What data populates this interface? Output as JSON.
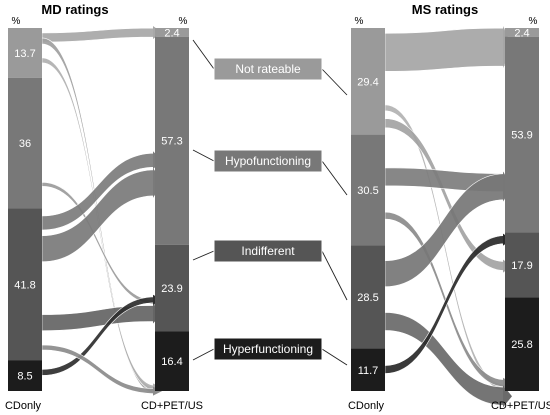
{
  "colors": {
    "not_rateable": "#9a9a9a",
    "hypofunctioning": "#787878",
    "indifferent": "#555555",
    "hyperfunctioning": "#1c1c1c",
    "legend_border": "#5a5a5a"
  },
  "panels": [
    {
      "title": "MD ratings",
      "left_axis": {
        "header": "%",
        "label": "CDonly"
      },
      "right_axis": {
        "header": "%",
        "label": "CD+PET/US"
      },
      "left_values": [
        {
          "category": "Not rateable",
          "value": "13.7"
        },
        {
          "category": "Hypofunctioning",
          "value": "36"
        },
        {
          "category": "Indifferent",
          "value": "41.8"
        },
        {
          "category": "Hyperfunctioning",
          "value": "8.5"
        }
      ],
      "right_values": [
        {
          "category": "Not rateable",
          "value": "2.4"
        },
        {
          "category": "Hypofunctioning",
          "value": "57.3"
        },
        {
          "category": "Indifferent",
          "value": "23.9"
        },
        {
          "category": "Hyperfunctioning",
          "value": "16.4"
        }
      ]
    },
    {
      "title": "MS ratings",
      "left_axis": {
        "header": "%",
        "label": "CDonly"
      },
      "right_axis": {
        "header": "%",
        "label": "CD+PET/US"
      },
      "left_values": [
        {
          "category": "Not rateable",
          "value": "29.4"
        },
        {
          "category": "Hypofunctioning",
          "value": "30.5"
        },
        {
          "category": "Indifferent",
          "value": "28.5"
        },
        {
          "category": "Hyperfunctioning",
          "value": "11.7"
        }
      ],
      "right_values": [
        {
          "category": "Not rateable",
          "value": "2.4"
        },
        {
          "category": "Hypofunctioning",
          "value": "53.9"
        },
        {
          "category": "Indifferent",
          "value": "17.9"
        },
        {
          "category": "Hyperfunctioning",
          "value": "25.8"
        }
      ]
    }
  ],
  "legend": [
    {
      "label": "Not rateable",
      "key": "not_rateable"
    },
    {
      "label": "Hypofunctioning",
      "key": "hypofunctioning"
    },
    {
      "label": "Indifferent",
      "key": "indifferent"
    },
    {
      "label": "Hyperfunctioning",
      "key": "hyperfunctioning"
    }
  ]
}
